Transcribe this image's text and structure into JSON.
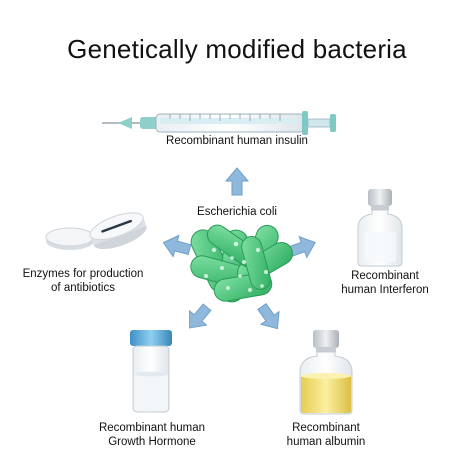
{
  "title": "Genetically modified bacteria",
  "center": {
    "label": "Escherichia coli"
  },
  "products": {
    "insulin": {
      "line1": "Recombinant human insulin"
    },
    "interferon": {
      "line1": "Recombinant",
      "line2": "human Interferon"
    },
    "albumin": {
      "line1": "Recombinant",
      "line2": "human albumin"
    },
    "growth_hormone": {
      "line1": "Recombinant human",
      "line2": "Growth Hormone"
    },
    "antibiotics": {
      "line1": "Enzymes for production",
      "line2": "of antibiotics"
    }
  },
  "colors": {
    "arrow": "#8fb8dc",
    "bacteria": "#4cc97e",
    "syringe": "#7fc9c4",
    "vial_cap": "#cfd3d7",
    "tube_cap": "#5aa9d8",
    "albumin_fluid": "#f3e07a"
  },
  "icons": [
    "syringe-icon",
    "vial-icon",
    "tube-icon",
    "tablet-icon",
    "bacteria-icon",
    "arrow-icon"
  ]
}
